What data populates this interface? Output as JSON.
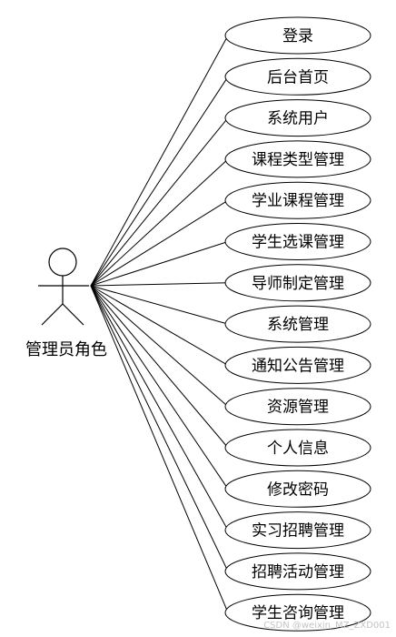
{
  "actor": {
    "label": "管理员角色",
    "icon": "stick-figure-actor-icon"
  },
  "use_cases": [
    {
      "label": "登录"
    },
    {
      "label": "后台首页"
    },
    {
      "label": "系统用户"
    },
    {
      "label": "课程类型管理"
    },
    {
      "label": "学业课程管理"
    },
    {
      "label": "学生选课管理"
    },
    {
      "label": "导师制定管理"
    },
    {
      "label": "系统管理"
    },
    {
      "label": "通知公告管理"
    },
    {
      "label": "资源管理"
    },
    {
      "label": "个人信息"
    },
    {
      "label": "修改密码"
    },
    {
      "label": "实习招聘管理"
    },
    {
      "label": "招聘活动管理"
    },
    {
      "label": "学生咨询管理"
    }
  ],
  "watermark": "CSDN @weixin_MZ_ZXD001",
  "colors": {
    "line": "#000000",
    "ellipse_fill": "#ffffff",
    "background": "#ffffff",
    "watermark": "#c4c4c4"
  }
}
